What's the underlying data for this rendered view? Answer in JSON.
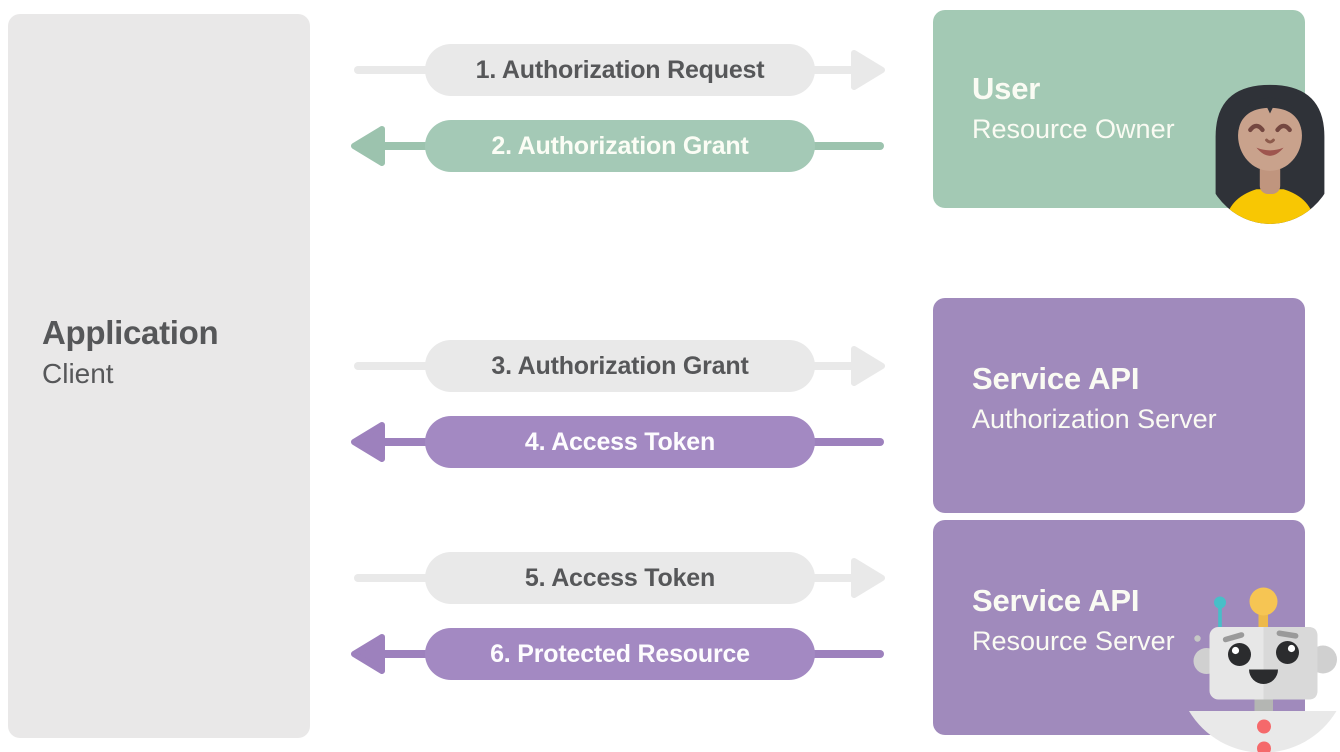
{
  "diagram": {
    "kind": "oauth2-abstract-flow",
    "application": {
      "title": "Application",
      "subtitle": "Client"
    },
    "actors": [
      {
        "id": "user",
        "title": "User",
        "subtitle": "Resource Owner",
        "accent": "#a3c9b4",
        "mascot": "woman-avatar"
      },
      {
        "id": "authorization-server",
        "title": "Service API",
        "subtitle": "Authorization Server",
        "accent": "#a08abc",
        "mascot": null
      },
      {
        "id": "resource-server",
        "title": "Service API",
        "subtitle": "Resource Server",
        "accent": "#a08abc",
        "mascot": "robot"
      }
    ],
    "flow_steps": [
      {
        "step": 1,
        "label": "1. Authorization Request",
        "direction": "right",
        "from": "application",
        "to": "user",
        "color": "#e9e9e9"
      },
      {
        "step": 2,
        "label": "2. Authorization Grant",
        "direction": "left",
        "from": "user",
        "to": "application",
        "color": "#a4c9b6"
      },
      {
        "step": 3,
        "label": "3. Authorization Grant",
        "direction": "right",
        "from": "application",
        "to": "authorization-server",
        "color": "#e9e9e9"
      },
      {
        "step": 4,
        "label": "4. Access Token",
        "direction": "left",
        "from": "authorization-server",
        "to": "application",
        "color": "#a389c2"
      },
      {
        "step": 5,
        "label": "5. Access Token",
        "direction": "right",
        "from": "application",
        "to": "resource-server",
        "color": "#e9e9e9"
      },
      {
        "step": 6,
        "label": "6. Protected Resource",
        "direction": "left",
        "from": "resource-server",
        "to": "application",
        "color": "#a389c2"
      }
    ],
    "colors": {
      "background": "#ffffff",
      "panel_gray": "#e9e8e8",
      "pill_gray": "#e9e9e9",
      "green": "#a3c9b4",
      "purple_box": "#a08abc",
      "purple_pill": "#a389c2",
      "dark_text": "#565759",
      "light_text": "#fafbf3"
    }
  }
}
